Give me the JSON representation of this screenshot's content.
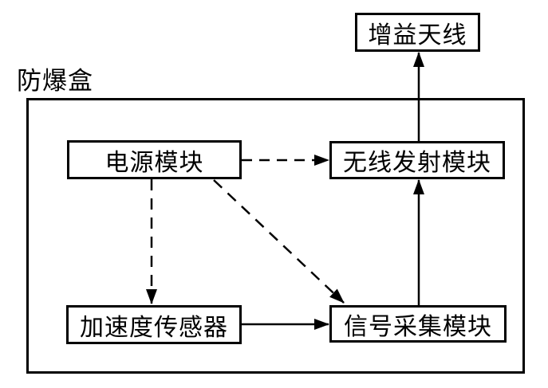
{
  "diagram": {
    "outer_label": "防爆盒",
    "boxes": {
      "antenna": {
        "label": "增益天线"
      },
      "power": {
        "label": "电源模块"
      },
      "wireless": {
        "label": "无线发射模块"
      },
      "accel": {
        "label": "加速度传感器"
      },
      "signal": {
        "label": "信号采集模块"
      }
    },
    "connections": [
      {
        "from": "power",
        "to": "wireless",
        "style": "dashed",
        "direction": "right"
      },
      {
        "from": "power",
        "to": "accel",
        "style": "dashed",
        "direction": "down"
      },
      {
        "from": "power",
        "to": "signal",
        "style": "dashed",
        "direction": "down-right"
      },
      {
        "from": "accel",
        "to": "signal",
        "style": "solid",
        "direction": "right"
      },
      {
        "from": "signal",
        "to": "wireless",
        "style": "solid",
        "direction": "up"
      },
      {
        "from": "wireless",
        "to": "antenna",
        "style": "solid",
        "direction": "up"
      }
    ],
    "colors": {
      "line": "#000000",
      "background": "#ffffff"
    }
  }
}
